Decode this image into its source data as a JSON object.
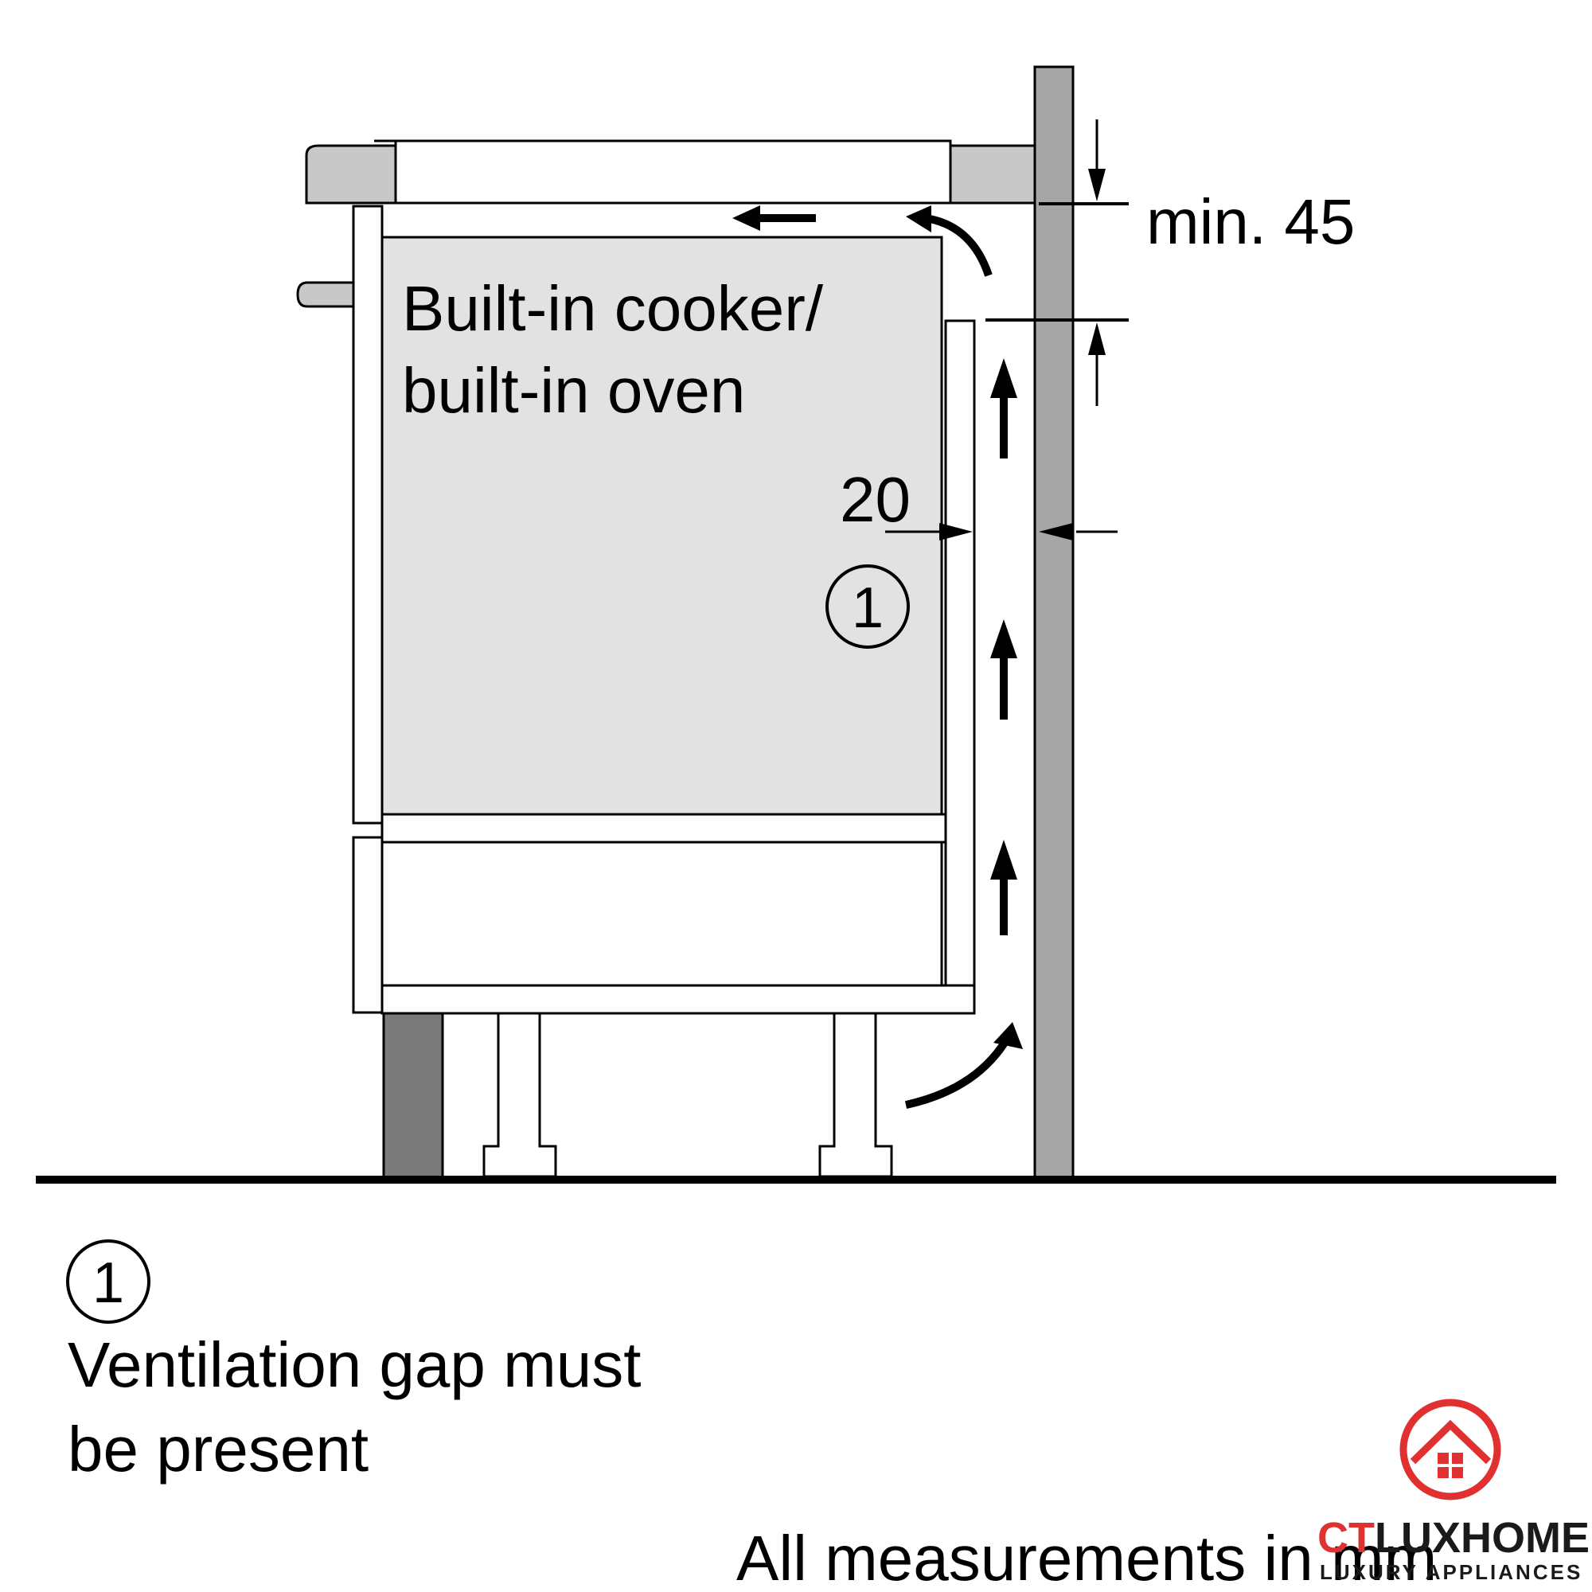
{
  "diagram": {
    "appliance_label_line1": "Built-in cooker/",
    "appliance_label_line2": "built-in oven",
    "dim_min_gap": "min. 45",
    "dim_side_gap": "20",
    "marker_inside": "1",
    "legend_marker": "1",
    "legend_line1": "Ventilation gap must",
    "legend_line2": "be present",
    "units_note": "All measurements in mm"
  },
  "logo": {
    "brand_part1": "CT",
    "brand_part2": "LUXHOME",
    "tagline": "LUXURY APPLIANCES",
    "brand_color": "#e03030",
    "text_color": "#1a1a1a"
  },
  "colors": {
    "oven_fill": "#e2e2e2",
    "worktop_fill": "#c8c8c8",
    "wall_fill": "#a6a6a6",
    "plinth_fill": "#7a7a7a"
  }
}
